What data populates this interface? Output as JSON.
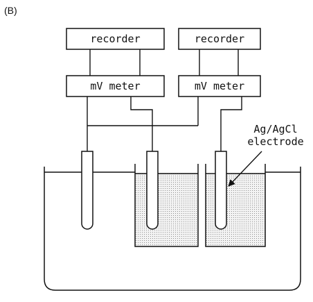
{
  "figure": {
    "panel_label": "(B)",
    "recorders": [
      {
        "label": "recorder"
      },
      {
        "label": "recorder"
      }
    ],
    "meters": [
      {
        "label": "mV meter"
      },
      {
        "label": "mV meter"
      }
    ],
    "electrode_annotation": {
      "line1": "Ag/AgCl",
      "line2": "electrode"
    }
  }
}
